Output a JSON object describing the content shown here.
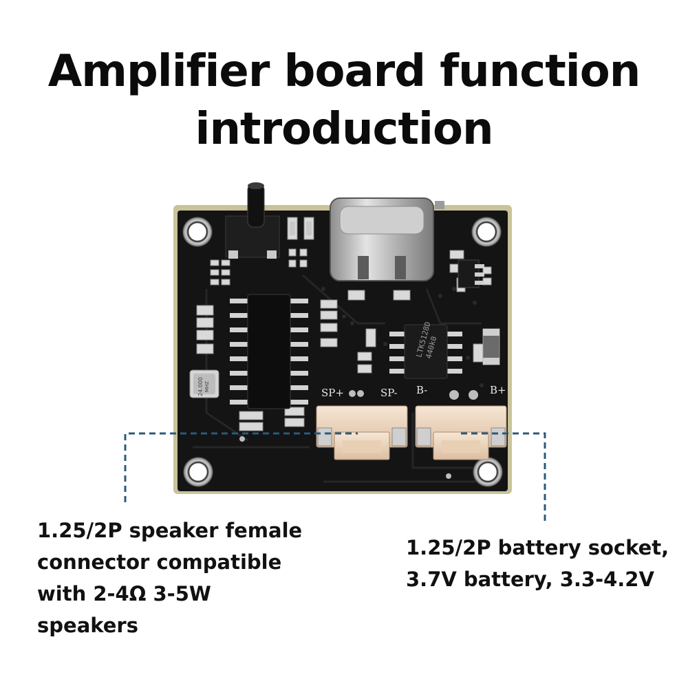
{
  "title": {
    "line1": "Amplifier board function",
    "line2": "introduction"
  },
  "board": {
    "labels": {
      "sp_plus": "SP+",
      "sp_minus": "SP-",
      "b_minus": "B-",
      "b_plus": "B+"
    },
    "crystal_marking": [
      "24.000",
      "MHZ"
    ],
    "chip_marking": [
      "LTK5128D",
      "440k0"
    ]
  },
  "callouts": {
    "speaker": {
      "lines": [
        "1.25/2P speaker female",
        "connector compatible",
        "with 2-4Ω 3-5W",
        "speakers"
      ]
    },
    "battery": {
      "lines": [
        "1.25/2P battery socket,",
        "3.7V battery, 3.3-4.2V"
      ]
    }
  },
  "colors": {
    "pcb": "#141414",
    "silkscreen": "#e8e8e8",
    "callout_line": "#2a5a7a",
    "connector": "#f1dcc6"
  }
}
